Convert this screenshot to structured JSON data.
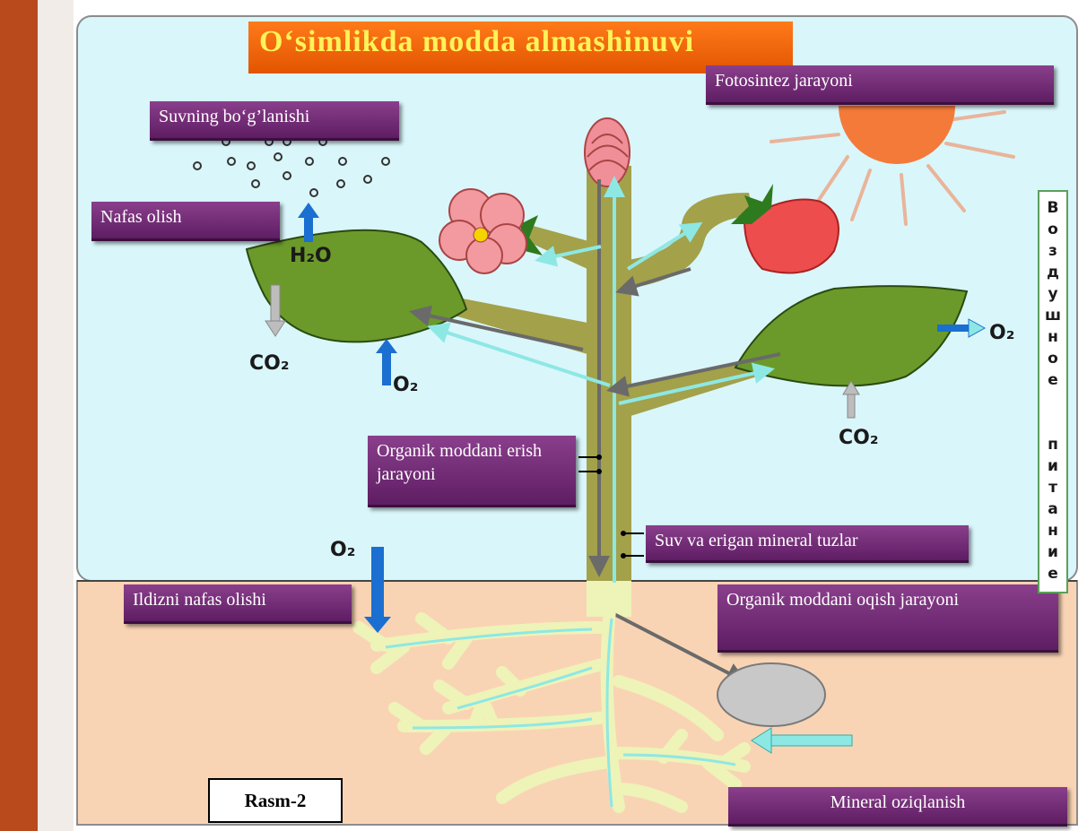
{
  "title": "O‘simlikda modda almashinuvi",
  "labels": {
    "photosynthesis": "Fotosintez jarayoni",
    "water_binding": "Suvning bo‘g’lanishi",
    "respiration": "Nafas olish",
    "organic_dissolve": "Organik moddani erish jarayoni",
    "water_minerals": "Suv va erigan mineral tuzlar",
    "root_respiration": "Ildizni nafas olishi",
    "organic_flow": "Organik moddani oqish jarayoni",
    "mineral_nutrition": "Mineral oziqlanish",
    "figure_caption": "Rasm-2"
  },
  "chem": {
    "h2o": "H₂O",
    "co2_left": "CO₂",
    "o2_left": "O₂",
    "o2_right": "O₂",
    "co2_right": "CO₂",
    "o2_root": "O₂"
  },
  "air_nutrition_vertical": "Воздушное питание",
  "colors": {
    "sky": "#d9f6fb",
    "soil": "#f9d4b4",
    "stem": "#9a9a3a",
    "leaf": "#6b9a2a",
    "sun": "#f47a3a",
    "label_purple": "#6a2470",
    "title_orange": "#f26a10",
    "arrow_blue": "#1a6fd0",
    "arrow_cyan": "#8de8e4"
  }
}
